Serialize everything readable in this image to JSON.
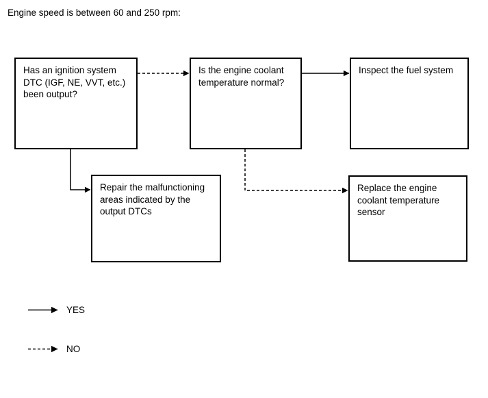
{
  "title": "Engine speed is between 60 and 250 rpm:",
  "nodes": {
    "ignition_dtc": {
      "text": "Has an ignition system DTC (IGF, NE, VVT, etc.) been output?"
    },
    "coolant_temp": {
      "text": "Is the engine coolant temperature normal?"
    },
    "inspect_fuel": {
      "text": "Inspect the fuel system"
    },
    "repair_dtc": {
      "text": "Repair the malfunctioning areas indicated by the output DTCs"
    },
    "replace_sensor": {
      "text": "Replace the engine coolant temperature sensor"
    }
  },
  "edges": [
    {
      "from": "ignition_dtc",
      "to": "coolant_temp",
      "style": "dashed",
      "meaning": "NO"
    },
    {
      "from": "ignition_dtc",
      "to": "repair_dtc",
      "style": "solid",
      "meaning": "YES"
    },
    {
      "from": "coolant_temp",
      "to": "inspect_fuel",
      "style": "solid",
      "meaning": "YES"
    },
    {
      "from": "coolant_temp",
      "to": "replace_sensor",
      "style": "dashed",
      "meaning": "NO"
    }
  ],
  "legend": {
    "yes": {
      "style": "solid",
      "label": "YES"
    },
    "no": {
      "style": "dashed",
      "label": "NO"
    }
  },
  "colors": {
    "line": "#000000",
    "text": "#000000",
    "background": "#ffffff"
  }
}
